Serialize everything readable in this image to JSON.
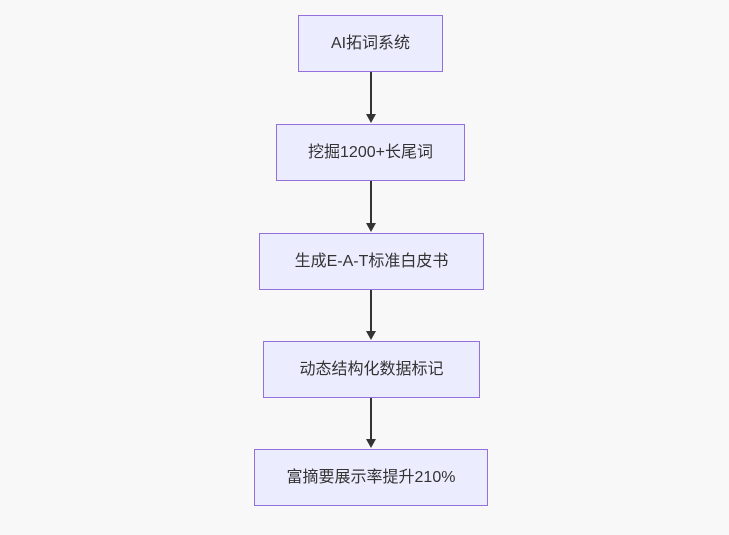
{
  "flowchart": {
    "title": "SEO AI flowchart",
    "direction": "top-down",
    "nodes": [
      {
        "id": "n1",
        "label": "AI拓词系统"
      },
      {
        "id": "n2",
        "label": "挖掘1200+长尾词"
      },
      {
        "id": "n3",
        "label": "生成E-A-T标准白皮书"
      },
      {
        "id": "n4",
        "label": "动态结构化数据标记"
      },
      {
        "id": "n5",
        "label": "富摘要展示率提升210%"
      }
    ],
    "edges": [
      {
        "from": "n1",
        "to": "n2"
      },
      {
        "from": "n2",
        "to": "n3"
      },
      {
        "from": "n3",
        "to": "n4"
      },
      {
        "from": "n4",
        "to": "n5"
      }
    ],
    "theme": {
      "background": "#f8f8f8",
      "node_fill": "#ECECFF",
      "node_border": "#9370DB",
      "edge_color": "#333333",
      "text_color": "#333333"
    }
  }
}
